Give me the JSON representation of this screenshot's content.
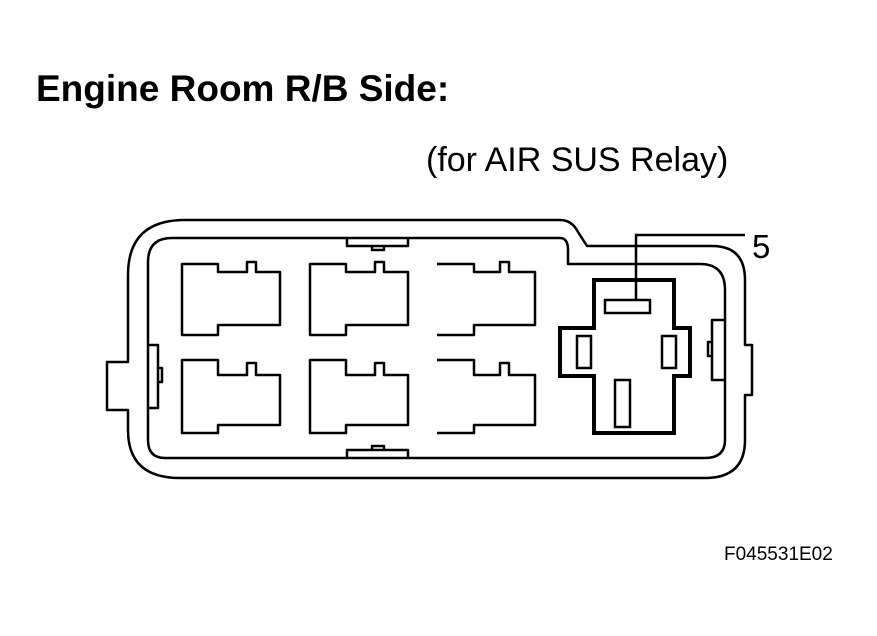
{
  "title": "Engine Room R/B Side:",
  "subtitle": "(for AIR SUS Relay)",
  "pin_label": "5",
  "figure_code": "F045531E02",
  "colors": {
    "line": "#000000",
    "background": "#ffffff"
  }
}
